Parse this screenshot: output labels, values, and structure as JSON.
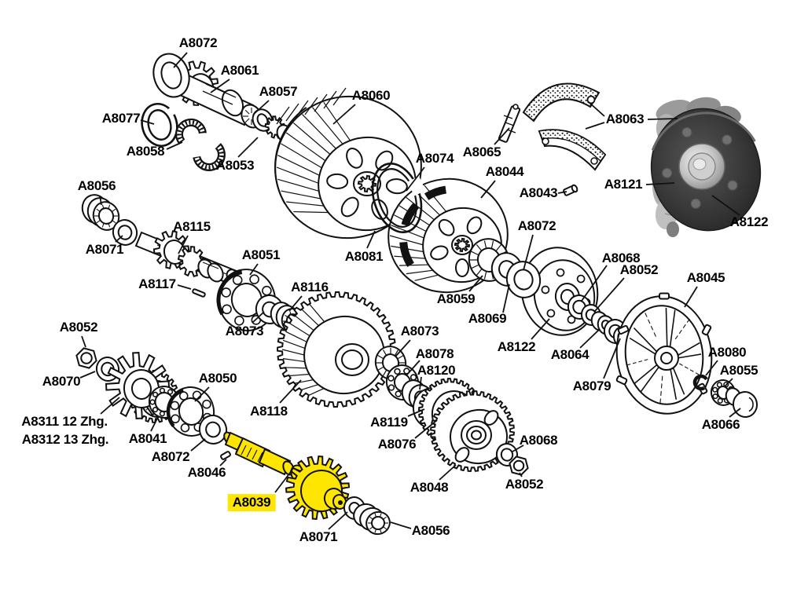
{
  "diagram": {
    "highlighted_part": "A8039",
    "colors": {
      "background": "#ffffff",
      "line": "#111111",
      "highlight_yellow": "#FFE600",
      "label_text": "#000000",
      "photo_disc_dark": "#343434",
      "photo_hub_light": "#e8e8e8"
    },
    "labels": {
      "a8072_top": "A8072",
      "a8061": "A8061",
      "a8057": "A8057",
      "a8060": "A8060",
      "a8077": "A8077",
      "a8058": "A8058",
      "a8053": "A8053",
      "a8074": "A8074",
      "a8065": "A8065",
      "a8044": "A8044",
      "a8043": "A8043",
      "a8063": "A8063",
      "a8121": "A8121",
      "a8122_photo": "A8122",
      "a8056_top": "A8056",
      "a8071_top": "A8071",
      "a8115": "A8115",
      "a8117": "A8117",
      "a8051": "A8051",
      "a8073_top": "A8073",
      "a8116": "A8116",
      "a8081": "A8081",
      "a8059": "A8059",
      "a8069": "A8069",
      "a8072_mid": "A8072",
      "a8122_mid": "A8122",
      "a8068_mid": "A8068",
      "a8052_mid": "A8052",
      "a8045": "A8045",
      "a8064": "A8064",
      "a8079": "A8079",
      "a8080": "A8080",
      "a8055": "A8055",
      "a8066": "A8066",
      "a8052_left": "A8052",
      "a8070": "A8070",
      "a8311": "A8311 12 Zhg.",
      "a8312": "A8312 13 Zhg.",
      "a8041": "A8041",
      "a8050": "A8050",
      "a8072_bl": "A8072",
      "a8046": "A8046",
      "a8118": "A8118",
      "a8073_c": "A8073",
      "a8078": "A8078",
      "a8120": "A8120",
      "a8119": "A8119",
      "a8076": "A8076",
      "a8048": "A8048",
      "a8068_b": "A8068",
      "a8052_b": "A8052",
      "a8039": "A8039",
      "a8071_b": "A8071",
      "a8056_b": "A8056"
    }
  }
}
